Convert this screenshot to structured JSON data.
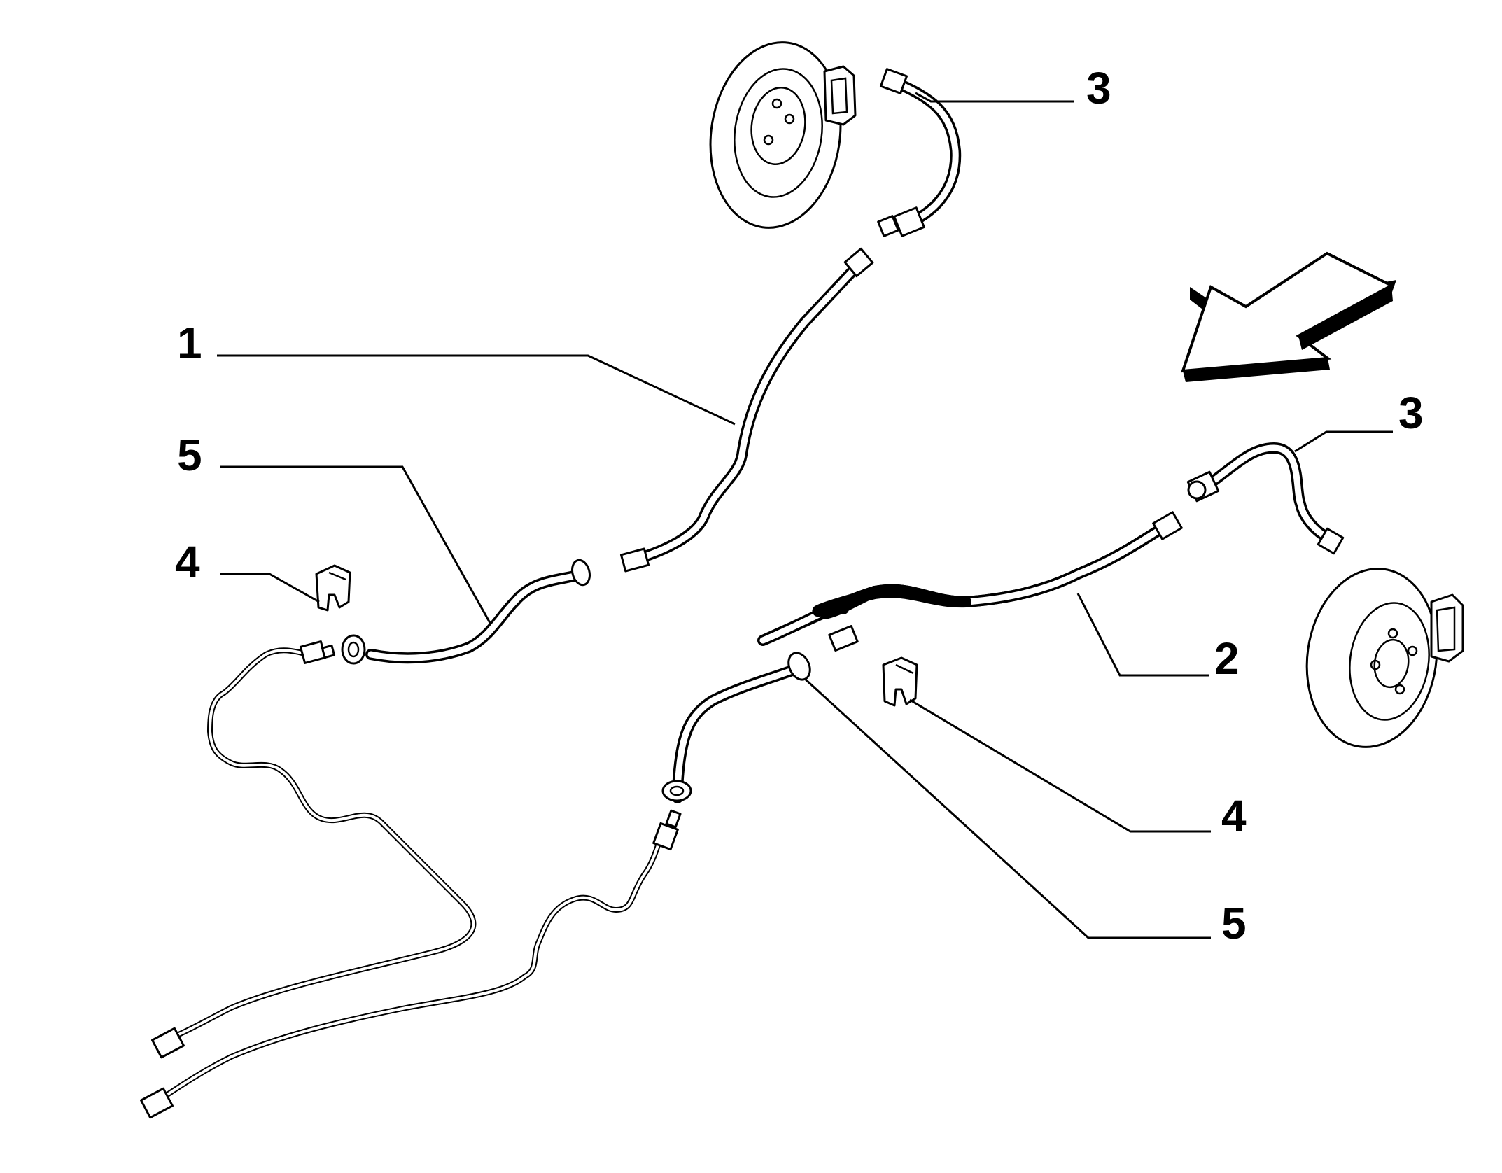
{
  "callouts": [
    {
      "id": "c1",
      "label": "1"
    },
    {
      "id": "c5-left",
      "label": "5"
    },
    {
      "id": "c4-left",
      "label": "4"
    },
    {
      "id": "c3-top",
      "label": "3"
    },
    {
      "id": "c3-right",
      "label": "3"
    },
    {
      "id": "c2",
      "label": "2"
    },
    {
      "id": "c4-right",
      "label": "4"
    },
    {
      "id": "c5-right",
      "label": "5"
    }
  ],
  "arrow": {
    "icon": "direction-arrow-icon"
  }
}
